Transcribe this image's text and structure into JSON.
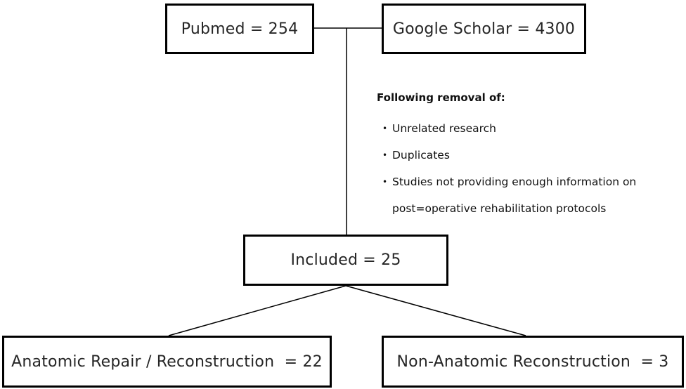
{
  "boxes": {
    "pubmed": "Pubmed = 254",
    "google_scholar": "Google Scholar = 4300",
    "included": "Included = 25",
    "anatomic": "Anatomic Repair / Reconstruction  = 22",
    "non_anatomic": "Non-Anatomic Reconstruction  = 3"
  },
  "removal": {
    "heading": "Following removal of:",
    "items": [
      "Unrelated research",
      "Duplicates",
      "Studies not providing enough information on post=operative rehabilitation protocols"
    ]
  },
  "colors": {
    "border": "#000000",
    "text": "#262626",
    "line": "#000000"
  }
}
